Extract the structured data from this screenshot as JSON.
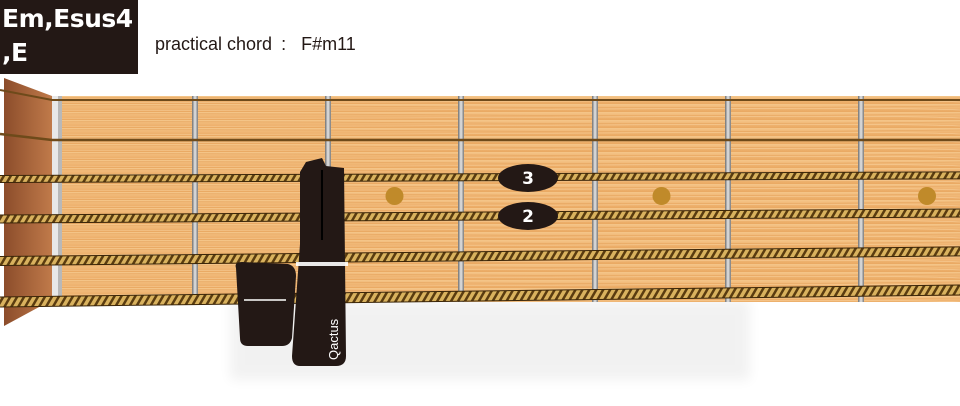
{
  "chord": {
    "name_line1": "Em,Esus4",
    "name_line2": ",E",
    "practical_label": "practical chord",
    "practical_separator": ":",
    "practical_value": "F#m11"
  },
  "fretboard": {
    "strings": [
      "1st",
      "2nd",
      "3rd",
      "4th",
      "5th",
      "6th"
    ],
    "frets_visible": 7,
    "inlay_frets": [
      3,
      5,
      7
    ],
    "finger_markers": [
      {
        "string": 3,
        "fret": 4,
        "label": "3"
      },
      {
        "string": 4,
        "fret": 4,
        "label": "2"
      }
    ],
    "capo": {
      "brand": "Qactus",
      "fret": 2
    }
  },
  "colors": {
    "wood": "#f0b878",
    "wood_dark": "#d99a55",
    "nut_wood": "#b0683e",
    "fret": "#9a9a9a",
    "inlay": "#c08a2a",
    "marker": "#231815",
    "capo": "#231815",
    "string_plain": "#6e4a1a",
    "string_wound": "#c9a253"
  }
}
